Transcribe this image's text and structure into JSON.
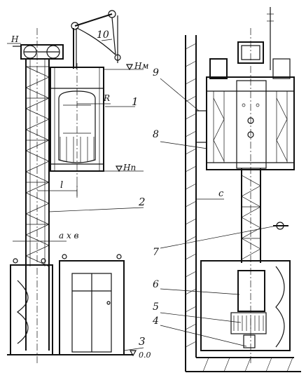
{
  "labels": {
    "l1": "1",
    "l2": "2",
    "l3": "3",
    "l4": "4",
    "l5": "5",
    "l6": "6",
    "l7": "7",
    "l8": "8",
    "l9": "9",
    "l10": "10"
  },
  "levels": {
    "h": "H",
    "hm": "Hм",
    "hn": "Hп",
    "zero": "0.0"
  },
  "dims": {
    "r": "R",
    "l": "l",
    "axb": "a x в",
    "c": "c"
  }
}
